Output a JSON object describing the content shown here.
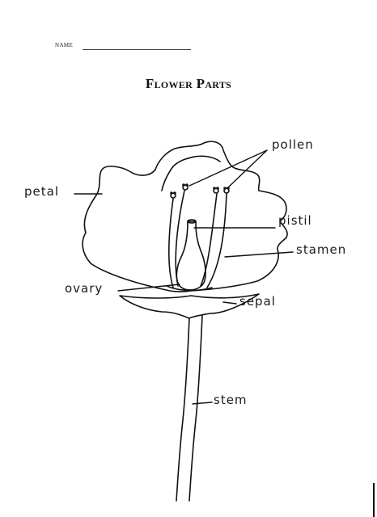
{
  "header": {
    "name_label": "NAME",
    "title": "Flower Parts"
  },
  "labels": {
    "pollen": "pollen",
    "petal": "petal",
    "pistil": "pistil",
    "stamen": "stamen",
    "ovary": "ovary",
    "sepal": "sepal",
    "stem": "stem"
  }
}
